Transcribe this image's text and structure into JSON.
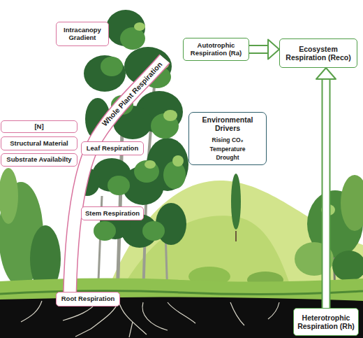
{
  "diagram": {
    "nodes": [
      {
        "text": [
          "Intracanopy Gradient"
        ]
      },
      {
        "text": [
          "Autotrophic Respiration (Ra)"
        ]
      },
      {
        "text": [
          "Ecosystem Respiration (Reco)"
        ]
      },
      {
        "text": [
          "Whole Plant Respiration"
        ]
      },
      {
        "text": [
          "[N]"
        ]
      },
      {
        "text": [
          "Structural Material"
        ]
      },
      {
        "text": [
          "Substrate Availabilty"
        ]
      },
      {
        "text": [
          "Leaf Respiration"
        ]
      },
      {
        "text": [
          "Environmental Drivers",
          "Rising CO₂",
          "Temperature",
          "Drought"
        ]
      },
      {
        "text": [
          "Stem Respiration"
        ]
      },
      {
        "text": [
          "Root Respiration"
        ]
      },
      {
        "text": [
          "Heterotrophic Respiration (Rh)"
        ]
      }
    ],
    "edges": [
      {
        "from": 1,
        "to": 2,
        "arrow": "to"
      },
      {
        "from": 11,
        "to": 2,
        "arrow": "to"
      }
    ]
  }
}
